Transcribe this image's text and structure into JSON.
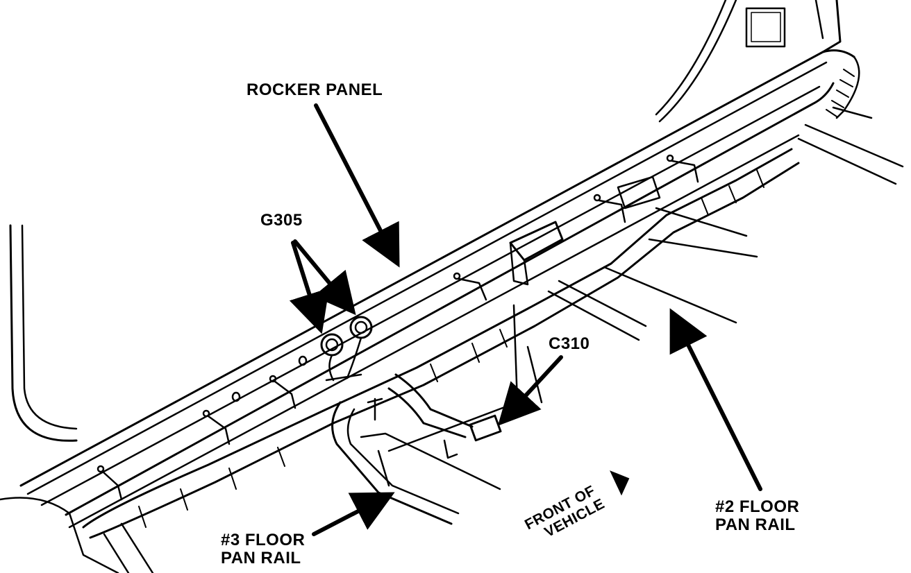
{
  "labels": {
    "rocker_panel": "ROCKER PANEL",
    "g305": "G305",
    "c310": "C310",
    "floor3_line1": "#3 FLOOR",
    "floor3_line2": "PAN RAIL",
    "floor2_line1": "#2 FLOOR",
    "floor2_line2": "PAN RAIL",
    "front_line1": "FRONT OF",
    "front_line2": "VEHICLE"
  },
  "colors": {
    "ink": "#000000",
    "paper": "#ffffff"
  }
}
